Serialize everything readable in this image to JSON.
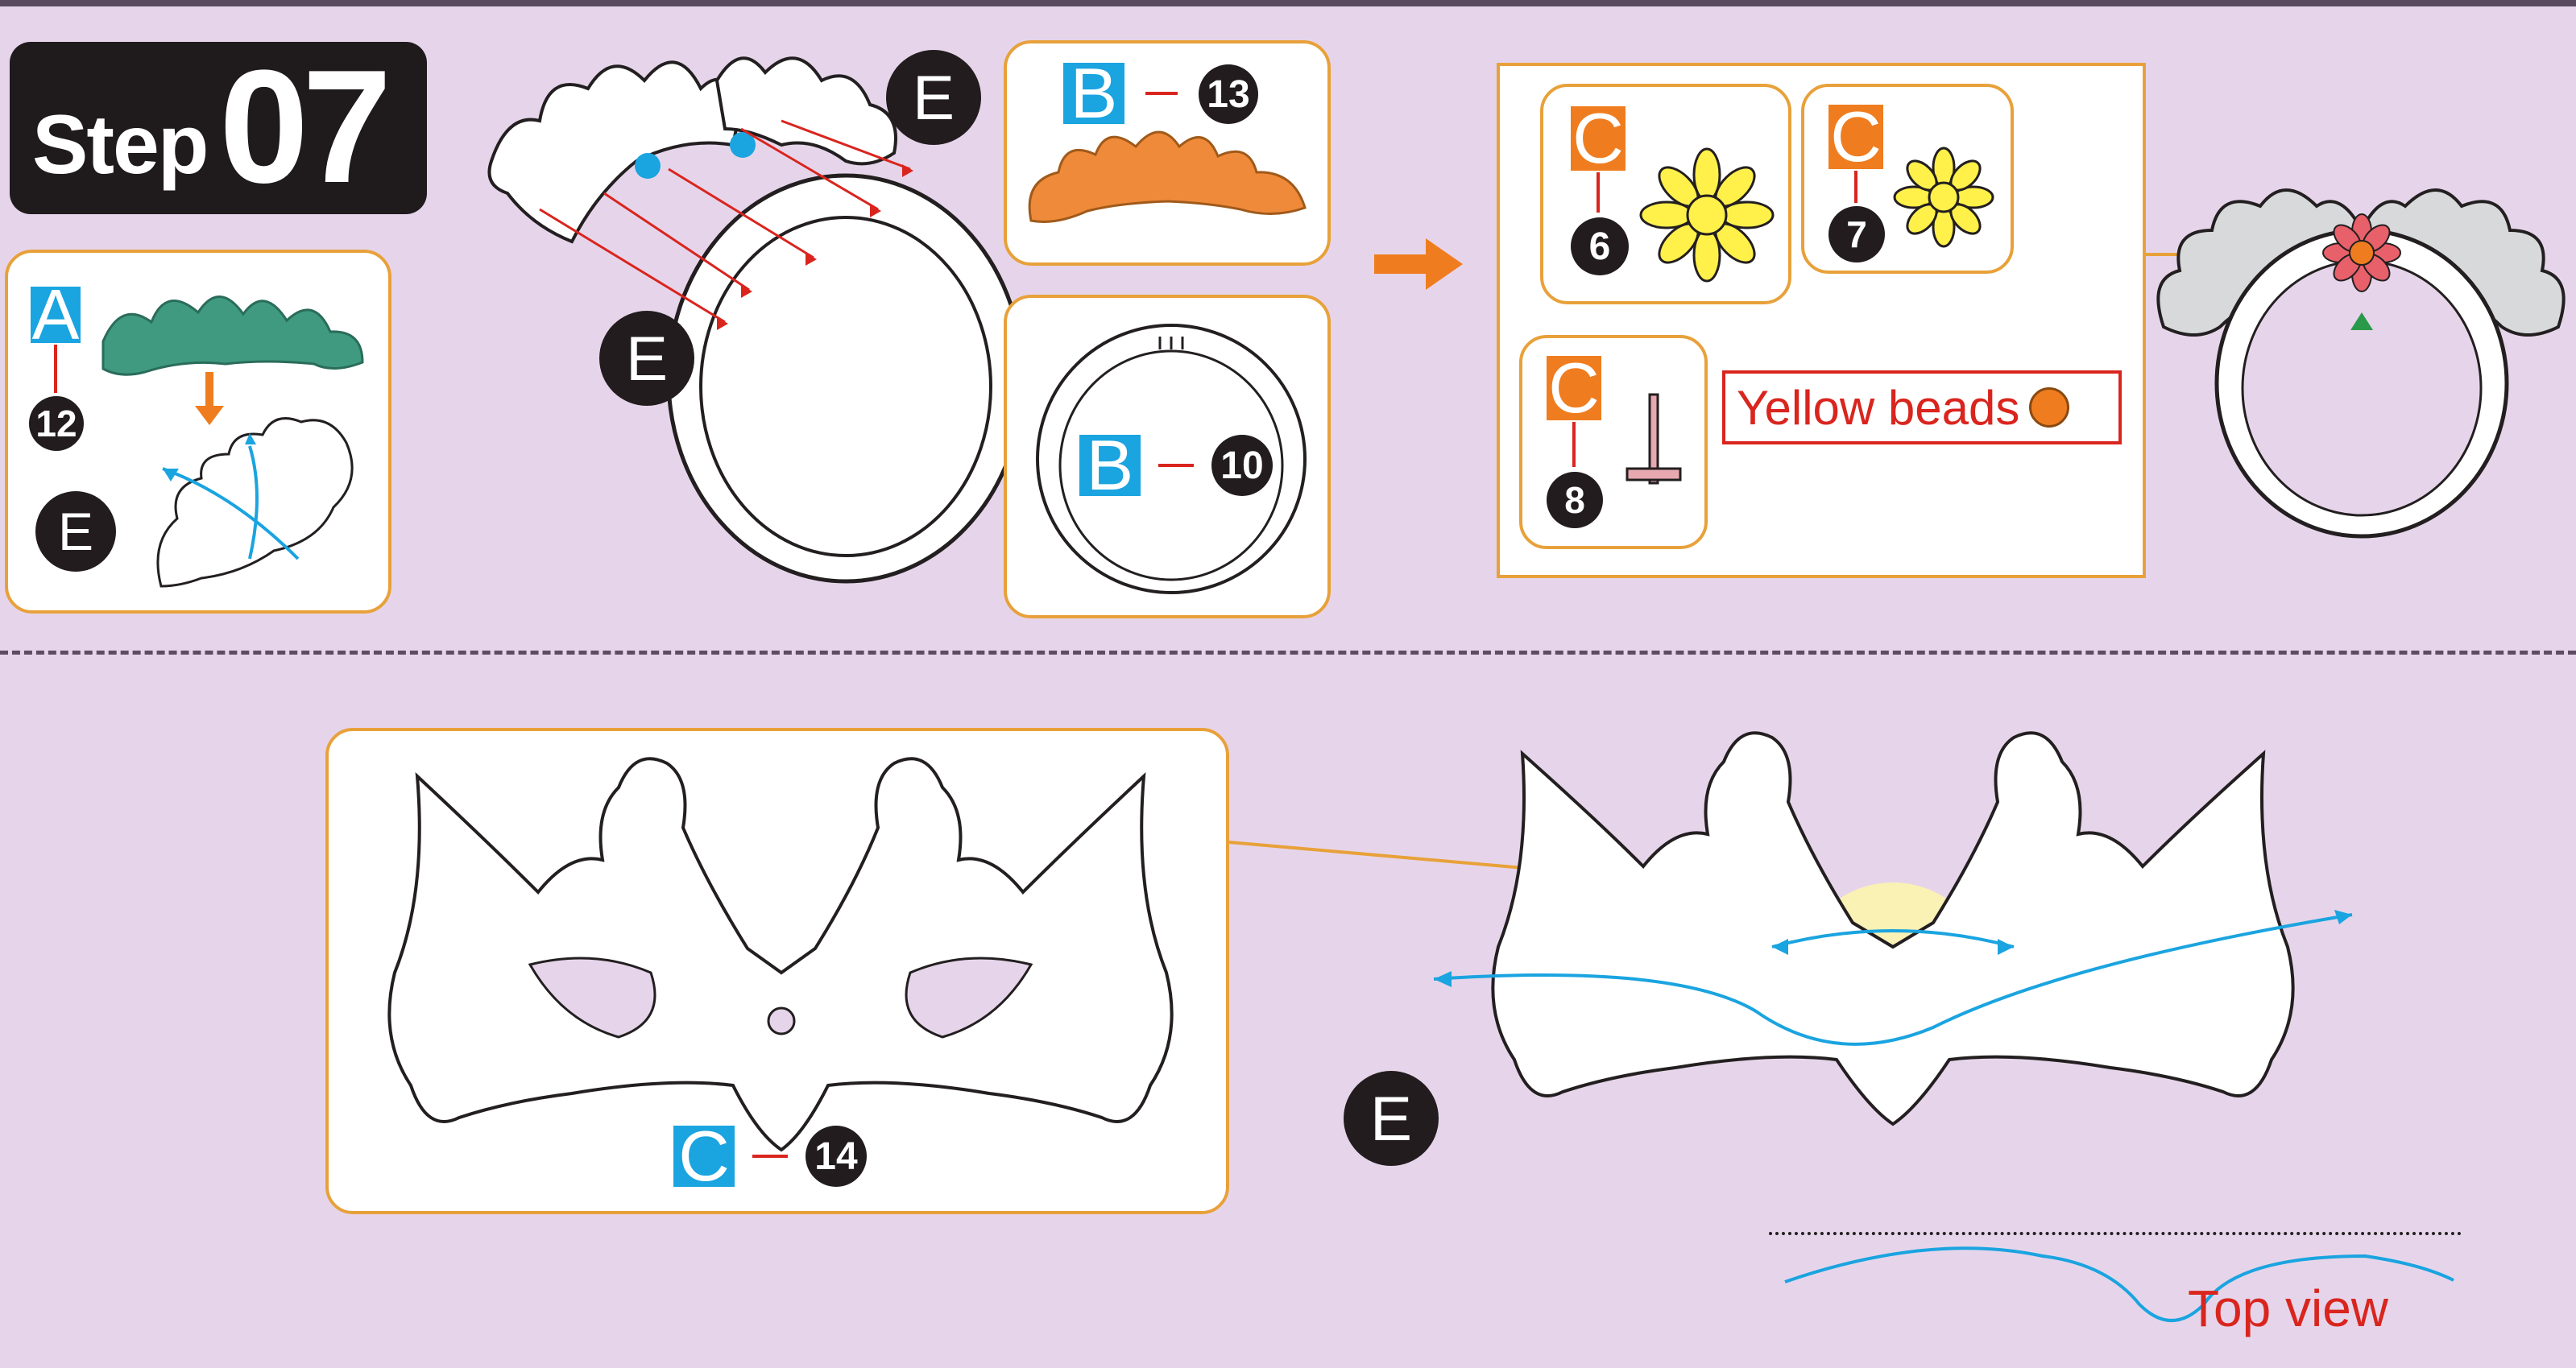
{
  "step": {
    "word": "Step",
    "number": "07"
  },
  "parts": {
    "A12": {
      "letter": "A",
      "number": "12"
    },
    "B13": {
      "letter": "B",
      "number": "13"
    },
    "B10": {
      "letter": "B",
      "number": "10"
    },
    "C6": {
      "letter": "C",
      "number": "6"
    },
    "C7": {
      "letter": "C",
      "number": "7"
    },
    "C8": {
      "letter": "C",
      "number": "8"
    },
    "C14": {
      "letter": "C",
      "number": "14"
    }
  },
  "glue_label": "E",
  "beads_label": "Yellow beads",
  "top_view_label": "Top view",
  "colors": {
    "background": "#e6d5ea",
    "panel_border": "#e8a13a",
    "blue_label": "#1aa4e0",
    "orange_label": "#ef7d1f",
    "red_text": "#d9251e",
    "arrow_blue": "#1aa4e0",
    "green_part": "#3f9a80",
    "orange_part": "#ef8a3a",
    "yellow_flower": "#fff04a",
    "pink_flower": "#e8606a"
  },
  "icons": [
    "next-step-arrow-icon",
    "flower-icon",
    "bead-icon",
    "pin-icon"
  ]
}
